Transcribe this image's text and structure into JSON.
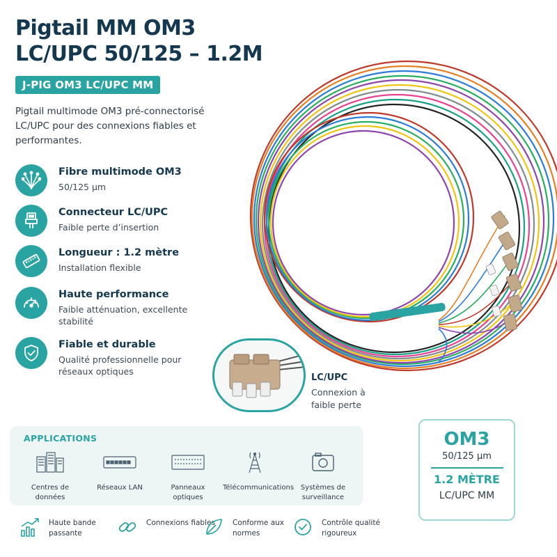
{
  "header": {
    "title_line1": "Pigtail MM OM3",
    "title_line2": "LC/UPC 50/125 – 1.2M",
    "reference": "J-PIG OM3 LC/UPC MM",
    "intro": "Pigtail multimode OM3 pré-connectorisé LC/UPC pour des connexions fiables et performantes."
  },
  "features": [
    {
      "icon": "fiber-strands-icon",
      "title": "Fibre multimode OM3",
      "desc": "50/125 µm"
    },
    {
      "icon": "connector-plug-icon",
      "title": "Connecteur LC/UPC",
      "desc": "Faible perte d’insertion"
    },
    {
      "icon": "ruler-icon",
      "title": "Longueur : 1.2 mètre",
      "desc": "Installation flexible"
    },
    {
      "icon": "speedometer-icon",
      "title": "Haute performance",
      "desc": "Faible atténuation, excellente stabilité"
    },
    {
      "icon": "shield-check-icon",
      "title": "Fiable et durable",
      "desc": "Qualité professionnelle pour réseaux optiques"
    }
  ],
  "connector_callout": {
    "label": "LC/UPC",
    "desc": "Connexion à faible perte"
  },
  "applications": {
    "title": "APPLICATIONS",
    "items": [
      {
        "icon": "datacenter-icon",
        "label": "Centres de données"
      },
      {
        "icon": "network-switch-icon",
        "label": "Réseaux LAN"
      },
      {
        "icon": "patch-panel-icon",
        "label": "Panneaux optiques"
      },
      {
        "icon": "antenna-tower-icon",
        "label": "Télécommunications"
      },
      {
        "icon": "camera-icon",
        "label": "Systèmes de surveillance"
      }
    ]
  },
  "spec_box": {
    "fiber": "OM3",
    "size": "50/125 µm",
    "length": "1.2 MÈTRE",
    "type": "LC/UPC MM"
  },
  "bottom_features": [
    {
      "icon": "bandwidth-chart-icon",
      "label": "Haute bande passante"
    },
    {
      "icon": "chain-link-icon",
      "label": "Connexions fiables"
    },
    {
      "icon": "leaf-icon",
      "label": "Conforme aux normes"
    },
    {
      "icon": "check-circle-icon",
      "label": "Contrôle qualité rigoureux"
    }
  ],
  "colors": {
    "accent": "#2aa3a3",
    "title": "#13384f",
    "panel": "#eef5f5"
  }
}
